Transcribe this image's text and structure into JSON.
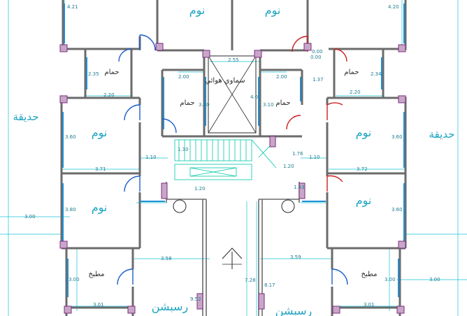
{
  "labels": {
    "room_sleep": "نوم",
    "room_bath": "حمام",
    "room_kitchen": "مطبخ",
    "garden": "حديقة",
    "reception": "رسبشن",
    "air_shaft": "سماوي هوائي"
  },
  "dimensions": {
    "d_4_21": "4.21",
    "d_4_20": "4.20",
    "d_2_35": "2.35",
    "d_2_34": "2.34",
    "d_2_20": "2.20",
    "d_2_55": "2.55",
    "d_2_00": "2.00",
    "d_3_10": "3.10",
    "d_4_0": "4.0",
    "d_0_00": "0.00",
    "d_1_37": "1.37",
    "d_3_60": "3.60",
    "d_3_71": "3.71",
    "d_3_72": "3.72",
    "d_1_10": "1.10",
    "d_1_20": "1.20",
    "d_1_76": "1.76",
    "d_1_43": "1.43",
    "d_1_30": "1.30",
    "d_3_00": "3.00",
    "d_3_58": "3.58",
    "d_3_59": "3.59",
    "d_7_28": "7.28",
    "d_8_17": "8.17",
    "d_9_52": "9.52",
    "d_3_01": "3.01"
  },
  "colors": {
    "wall": "#6b6b6b",
    "cyan": "#16c2d6",
    "door_blue": "#1e5fcc",
    "door_red": "#cc1f1f",
    "column_fill": "#c9a6c9",
    "column_edge": "#7a2f7a",
    "window": "#1e8fd6",
    "stairs": "#00c8a8",
    "label": "#1aa3c2"
  }
}
